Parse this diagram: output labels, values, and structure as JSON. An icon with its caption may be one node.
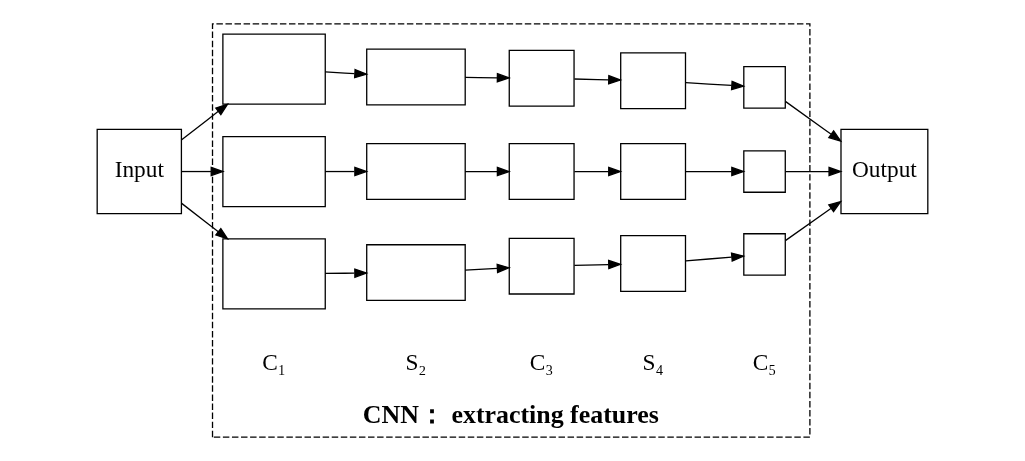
{
  "diagram": {
    "nodes": [
      {
        "text": [
          "Input"
        ]
      },
      {
        "text": [
          "CNN： extracting features"
        ]
      },
      {
        "text": [],
        "shape": "box",
        "in": 1
      },
      {
        "text": [],
        "shape": "box",
        "in": 1
      },
      {
        "text": [],
        "shape": "box",
        "in": 1
      },
      {
        "text": [],
        "shape": "box",
        "in": 1
      },
      {
        "text": [],
        "shape": "box",
        "in": 1
      },
      {
        "text": [],
        "shape": "box",
        "in": 1
      },
      {
        "text": [],
        "shape": "box",
        "in": 1
      },
      {
        "text": [],
        "shape": "box",
        "in": 1
      },
      {
        "text": [],
        "shape": "box",
        "in": 1
      },
      {
        "text": [],
        "shape": "box",
        "in": 1
      },
      {
        "text": [],
        "shape": "box",
        "in": 1
      },
      {
        "text": [],
        "shape": "box",
        "in": 1
      },
      {
        "text": [],
        "shape": "box",
        "in": 1
      },
      {
        "text": [],
        "shape": "box",
        "in": 1
      },
      {
        "text": [],
        "shape": "box",
        "in": 1
      },
      {
        "text": [
          "Output"
        ]
      }
    ],
    "edges": [
      {
        "from": 0,
        "to": 2,
        "arrow": "to"
      },
      {
        "from": 0,
        "to": 7,
        "arrow": "to"
      },
      {
        "from": 0,
        "to": 12,
        "arrow": "to"
      },
      {
        "from": 2,
        "to": 3,
        "arrow": "to"
      },
      {
        "from": 3,
        "to": 4,
        "arrow": "to"
      },
      {
        "from": 4,
        "to": 5,
        "arrow": "to"
      },
      {
        "from": 5,
        "to": 6,
        "arrow": "to"
      },
      {
        "from": 7,
        "to": 8,
        "arrow": "to"
      },
      {
        "from": 8,
        "to": 9,
        "arrow": "to"
      },
      {
        "from": 9,
        "to": 10,
        "arrow": "to"
      },
      {
        "from": 10,
        "to": 11,
        "arrow": "to"
      },
      {
        "from": 12,
        "to": 13,
        "arrow": "to"
      },
      {
        "from": 13,
        "to": 14,
        "arrow": "to"
      },
      {
        "from": 14,
        "to": 15,
        "arrow": "to"
      },
      {
        "from": 15,
        "to": 16,
        "arrow": "to"
      },
      {
        "from": 6,
        "to": 17,
        "arrow": "to"
      },
      {
        "from": 11,
        "to": 17,
        "arrow": "to"
      },
      {
        "from": 16,
        "to": 17,
        "arrow": "to"
      }
    ],
    "labels": [
      "C₁",
      "S₂",
      "C₃",
      "S₄",
      "C₅"
    ]
  }
}
